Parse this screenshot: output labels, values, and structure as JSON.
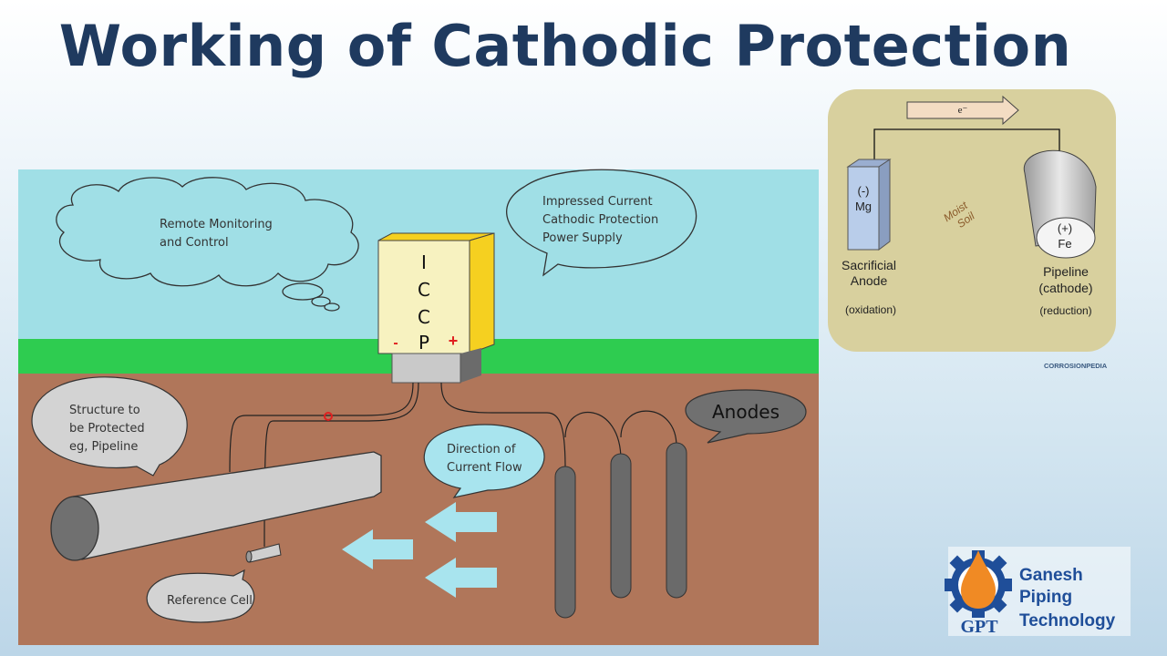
{
  "slide": {
    "title": "Working of Cathodic Protection"
  },
  "iccp_diagram": {
    "cloud_label": [
      "Remote Monitoring",
      "and Control"
    ],
    "power_supply_label": [
      "Impressed Current",
      "Cathodic Protection",
      "Power Supply"
    ],
    "unit_letters": [
      "I",
      "C",
      "C",
      "P"
    ],
    "negative_terminal": "-",
    "positive_terminal": "+",
    "structure_label": [
      "Structure to",
      "be Protected",
      "eg, Pipeline"
    ],
    "direction_label": [
      "Direction of",
      "Current Flow"
    ],
    "anodes_label": "Anodes",
    "reference_label": "Reference Cell",
    "colors": {
      "sky": "#a0dfe6",
      "grass": "#2ecc50",
      "soil": "#b0765a",
      "unit": "#f7f2c0",
      "unit_side": "#f5d020",
      "arrow": "#a8e4ee"
    }
  },
  "galvanic_diagram": {
    "electron_label": "e⁻",
    "anode_charge": "(-)",
    "anode_metal": "Mg",
    "soil_label": [
      "Moist",
      "Soil"
    ],
    "cathode_charge": "(+)",
    "cathode_metal": "Fe",
    "anode_label": [
      "Sacrificial",
      "Anode"
    ],
    "anode_process": "(oxidation)",
    "cathode_label": [
      "Pipeline",
      "(cathode)"
    ],
    "cathode_process": "(reduction)",
    "credit": "CORROSIONPEDIA",
    "colors": {
      "panel": "#d8d09e",
      "anode": "#b9cdea"
    }
  },
  "logo": {
    "monogram": "GPT",
    "name_lines": [
      "Ganesh",
      "Piping",
      "Technology"
    ],
    "colors": {
      "blue": "#1f4e99",
      "drop": "#f08a24"
    }
  }
}
